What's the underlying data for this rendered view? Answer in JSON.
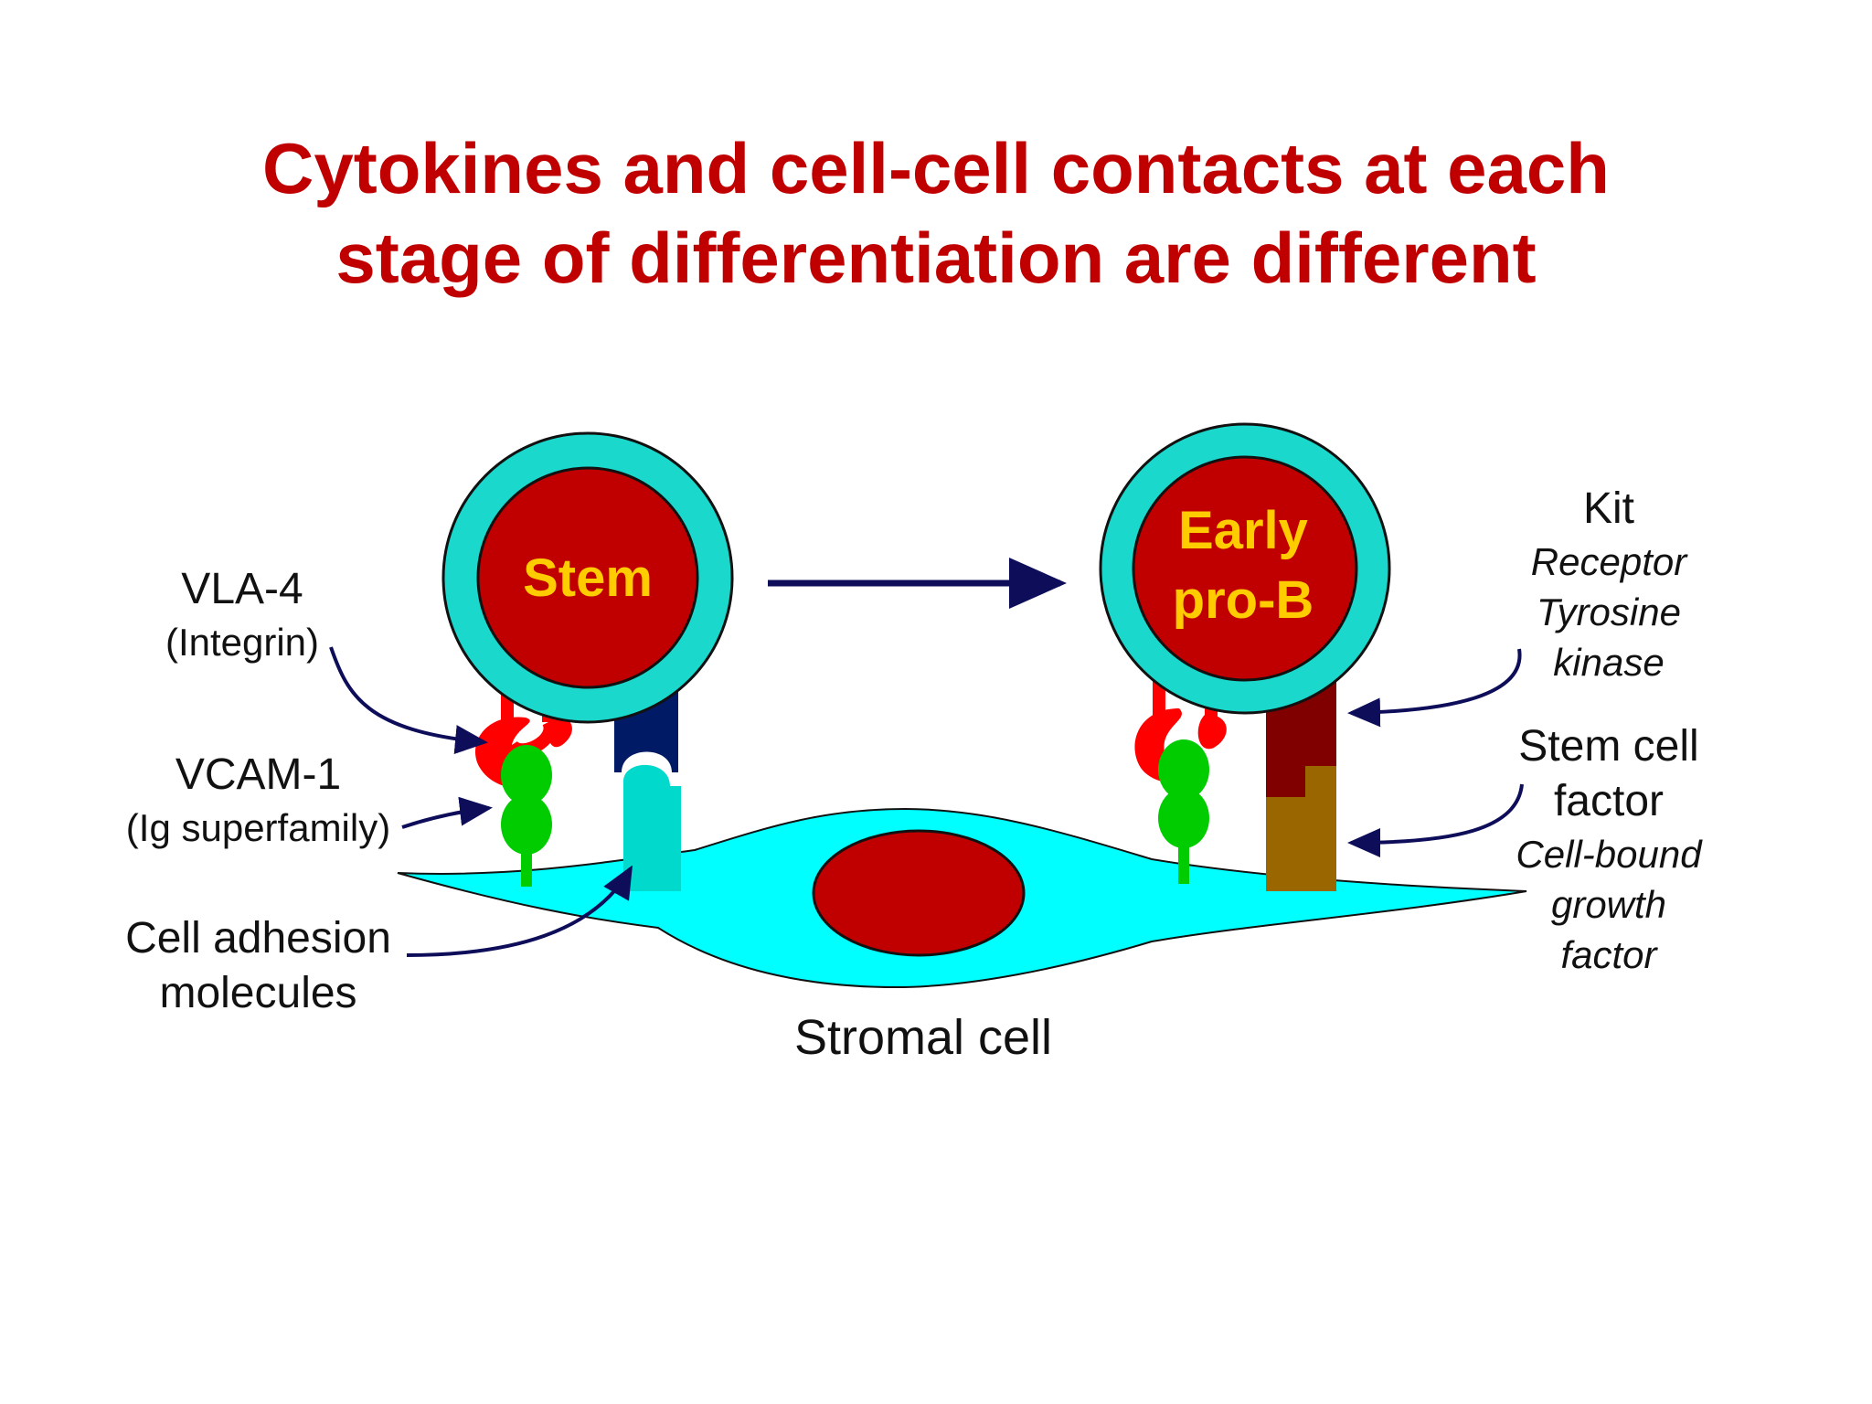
{
  "title": {
    "line1": "Cytokines and cell-cell contacts at each",
    "line2": "stage of differentiation are different"
  },
  "cells": {
    "stem": "Stem",
    "early_pro_b_line1": "Early",
    "early_pro_b_line2": "pro-B",
    "stromal": "Stromal cell"
  },
  "labels": {
    "vla4": "VLA-4",
    "vla4_sub": "(Integrin)",
    "vcam1": "VCAM-1",
    "vcam1_sub": "(Ig superfamily)",
    "adhesion_line1": "Cell adhesion",
    "adhesion_line2": "molecules",
    "kit": "Kit",
    "kit_sub1": "Receptor",
    "kit_sub2": "Tyrosine",
    "kit_sub3": "kinase",
    "scf_line1": "Stem cell",
    "scf_line2": "factor",
    "scf_sub1": "Cell-bound",
    "scf_sub2": "growth",
    "scf_sub3": "factor"
  },
  "colors": {
    "title_red": "#c00000",
    "cell_outer": "#1ad9cc",
    "nucleus": "#c00000",
    "cell_label": "#ffcc00",
    "stromal": "#00ffff",
    "arrow": "#0d0d5a",
    "integrin": "#ff0000",
    "vcam": "#00cc00",
    "kit_stem": "#001a66",
    "kit_prob": "#800000",
    "scf_stem": "#00d9cc",
    "scf_prob": "#996600"
  }
}
